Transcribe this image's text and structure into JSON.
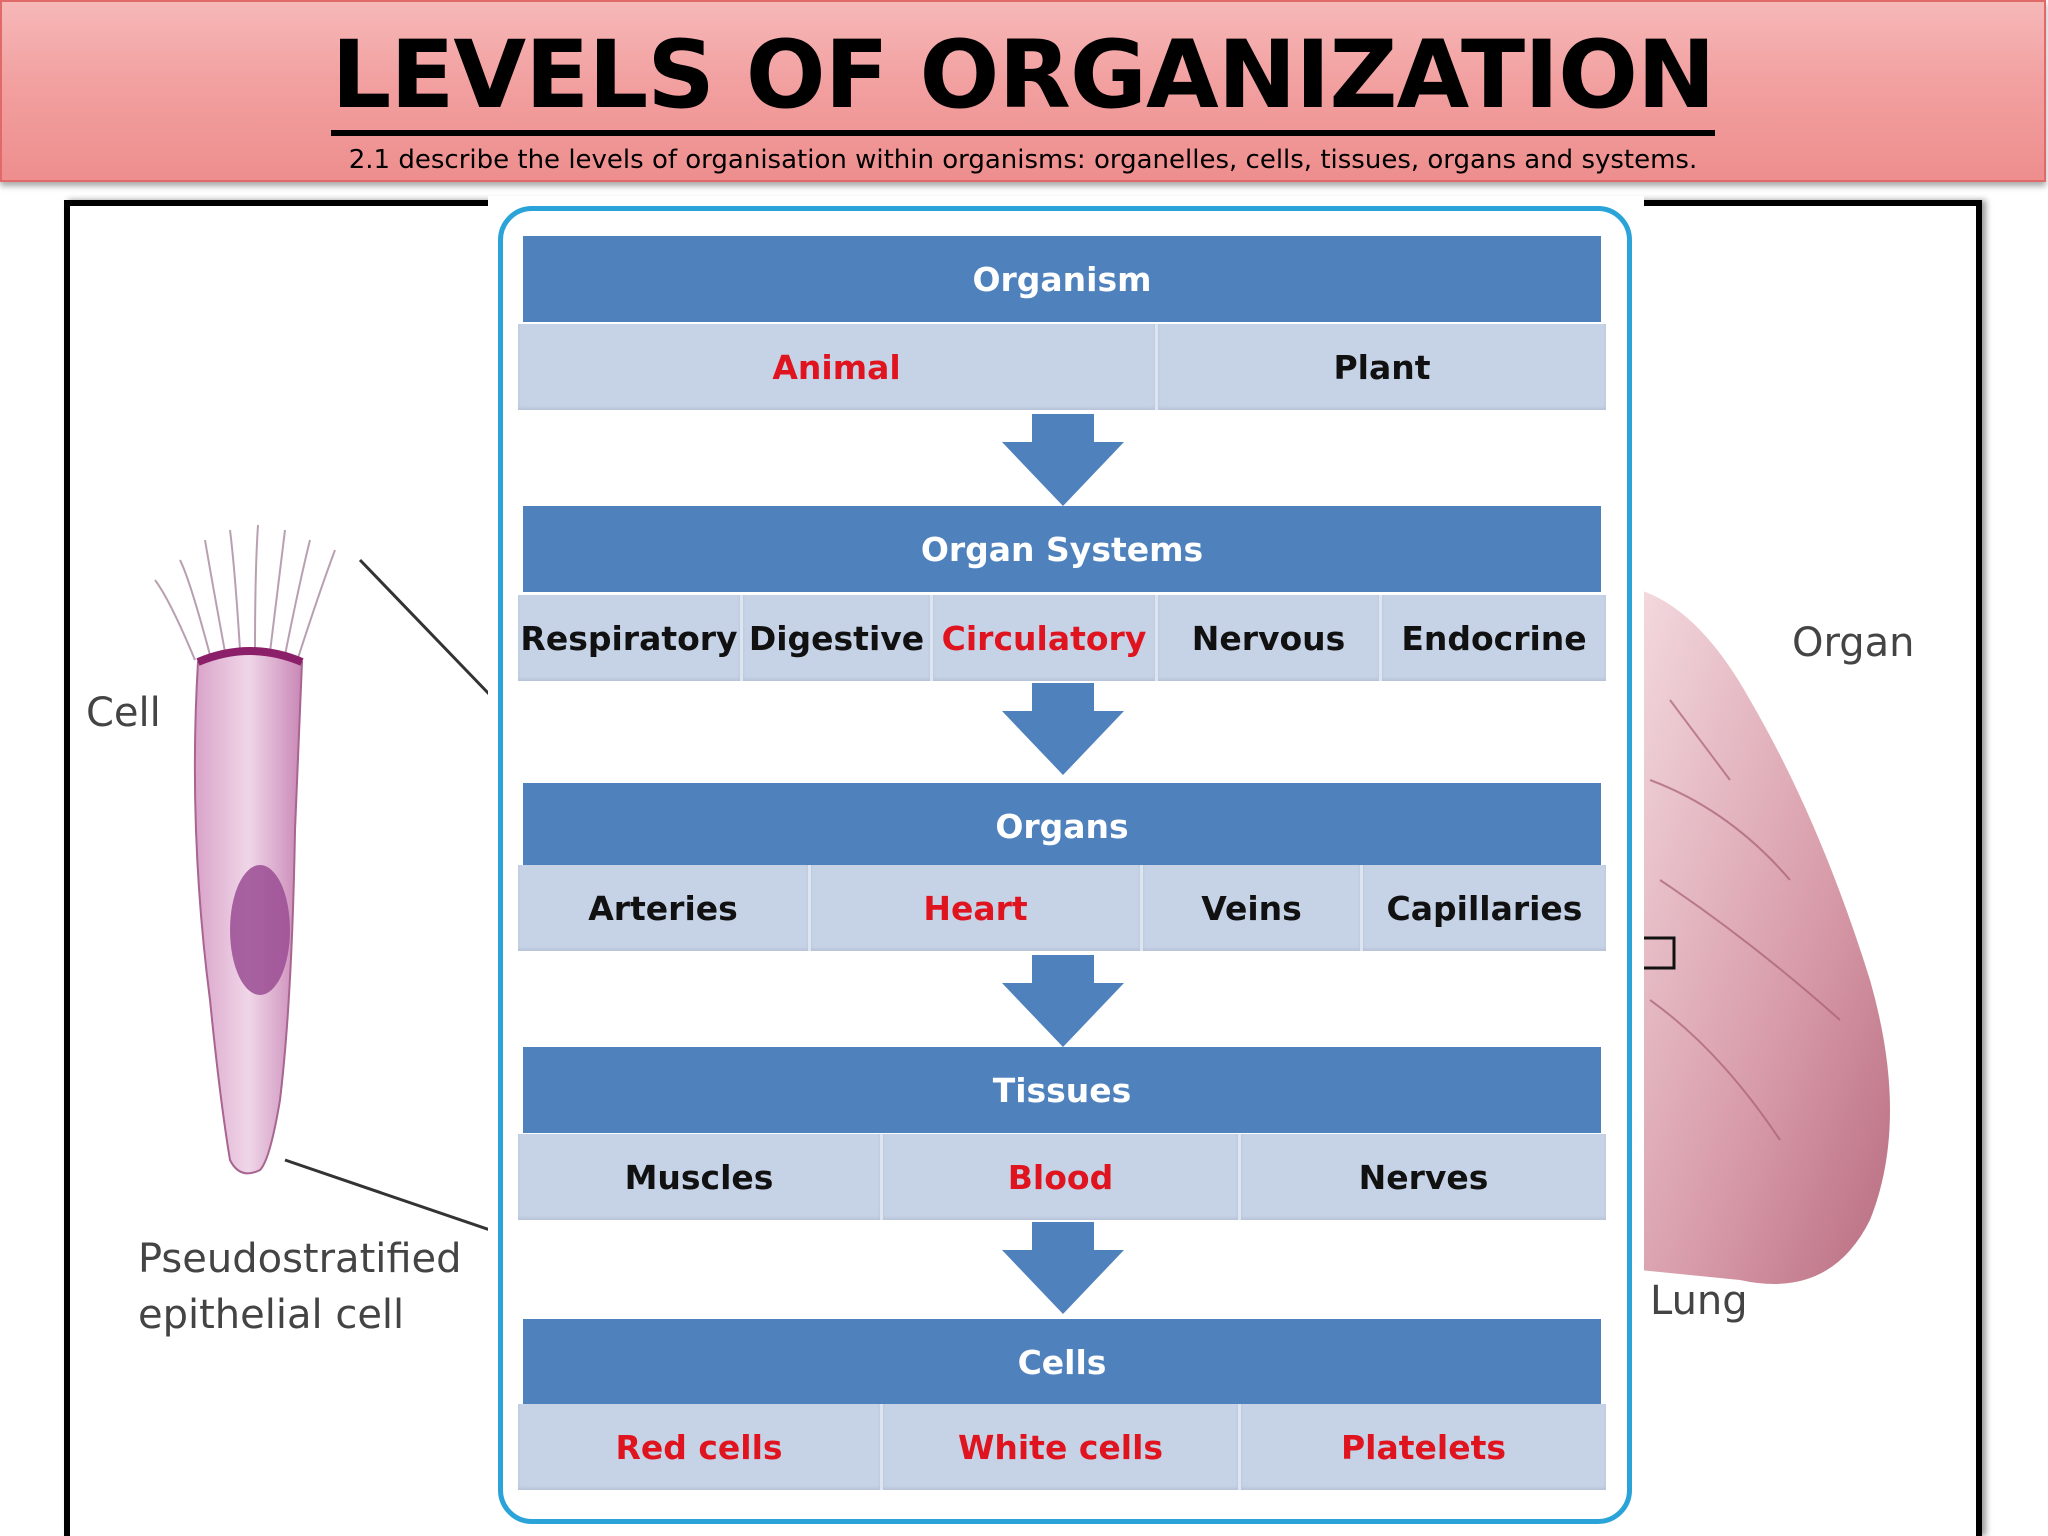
{
  "header": {
    "title": "LEVELS OF ORGANIZATION",
    "subtitle": "2.1 describe the levels of organisation within organisms: organelles, cells, tissues, organs and systems."
  },
  "left_figure": {
    "label_cell": "Cell",
    "caption_line1": "Pseudostratified",
    "caption_line2": "epithelial cell"
  },
  "right_figure": {
    "label_organ": "Organ",
    "label_lung": "Lung"
  },
  "levels": [
    {
      "heading": "Organism",
      "items": [
        {
          "text": "Animal",
          "highlight": true
        },
        {
          "text": "Plant",
          "highlight": false
        }
      ]
    },
    {
      "heading": "Organ Systems",
      "items": [
        {
          "text": "Respiratory",
          "highlight": false
        },
        {
          "text": "Digestive",
          "highlight": false
        },
        {
          "text": "Circulatory",
          "highlight": true
        },
        {
          "text": "Nervous",
          "highlight": false
        },
        {
          "text": "Endocrine",
          "highlight": false
        }
      ]
    },
    {
      "heading": "Organs",
      "items": [
        {
          "text": "Arteries",
          "highlight": false
        },
        {
          "text": "Heart",
          "highlight": true
        },
        {
          "text": "Veins",
          "highlight": false
        },
        {
          "text": "Capillaries",
          "highlight": false
        }
      ]
    },
    {
      "heading": "Tissues",
      "items": [
        {
          "text": "Muscles",
          "highlight": false
        },
        {
          "text": "Blood",
          "highlight": true
        },
        {
          "text": "Nerves",
          "highlight": false
        }
      ]
    },
    {
      "heading": "Cells",
      "items": [
        {
          "text": "Red cells",
          "highlight": true
        },
        {
          "text": "White cells",
          "highlight": true
        },
        {
          "text": "Platelets",
          "highlight": true
        }
      ]
    }
  ],
  "colors": {
    "banner": "#f2a0a0",
    "heading_fill": "#4f81bd",
    "item_fill": "#c6d2e6",
    "highlight_text": "#e0141e",
    "border": "#2aa3d8"
  }
}
